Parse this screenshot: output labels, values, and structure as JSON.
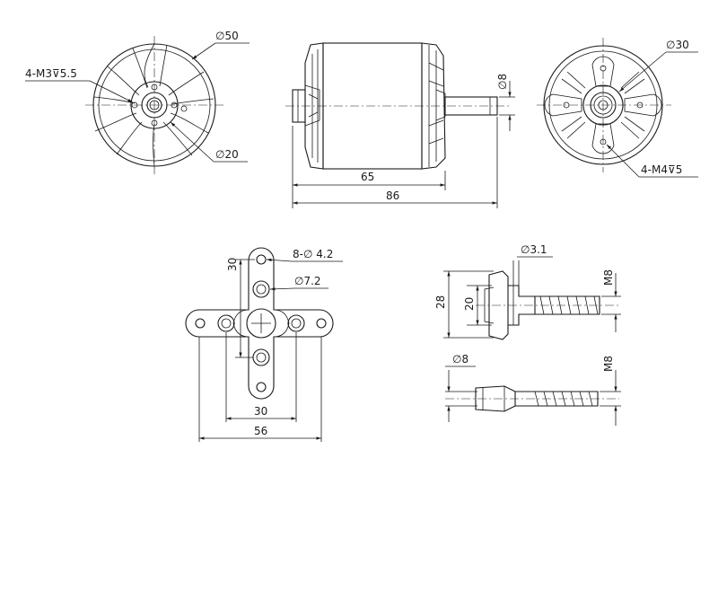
{
  "labels": {
    "front_bolt": "4-M3",
    "front_bolt_depth": "5.5",
    "front_outer_dia": "50",
    "front_inner_dia": "20",
    "shaft_dia": "8",
    "len_body": "65",
    "len_total": "86",
    "rear_dia": "30",
    "rear_bolt": "4-M4",
    "rear_bolt_depth": "5",
    "mount_holes": "8-",
    "mount_holes_dia": "4.2",
    "mount_center_dia": "7.2",
    "mount_vertical": "30",
    "mount_horizontal": "30",
    "mount_width": "56",
    "adapter1_hole": "3.1",
    "adapter1_thread": "M8",
    "adapter1_outer": "28",
    "adapter1_inner": "20",
    "adapter2_bore": "8",
    "adapter2_thread": "M8"
  },
  "symbols": {
    "diameter": "∅",
    "depth": "⊽"
  }
}
